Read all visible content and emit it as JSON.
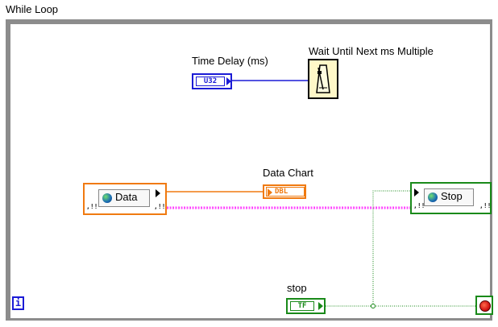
{
  "loop": {
    "title": "While Loop",
    "iteration_symbol": "i"
  },
  "time_delay": {
    "label": "Time Delay (ms)",
    "terminal_text": "U32"
  },
  "wait": {
    "label": "Wait Until Next ms Multiple",
    "icon": "metronome-icon"
  },
  "data_chart": {
    "label": "Data Chart",
    "terminal_text": "DBL"
  },
  "data_variable": {
    "label": "Data",
    "icon": "globe-icon"
  },
  "stop_variable": {
    "label": "Stop",
    "icon": "globe-icon"
  },
  "stop_control": {
    "label": "stop",
    "terminal_text": "TF"
  },
  "colors": {
    "loop_border": "#8c8c8c",
    "u32_wire": "#1b1bd6",
    "dbl_wire": "#f07a10",
    "bool_wire": "#1a8a1a",
    "error_wire": "#ff33ff"
  }
}
